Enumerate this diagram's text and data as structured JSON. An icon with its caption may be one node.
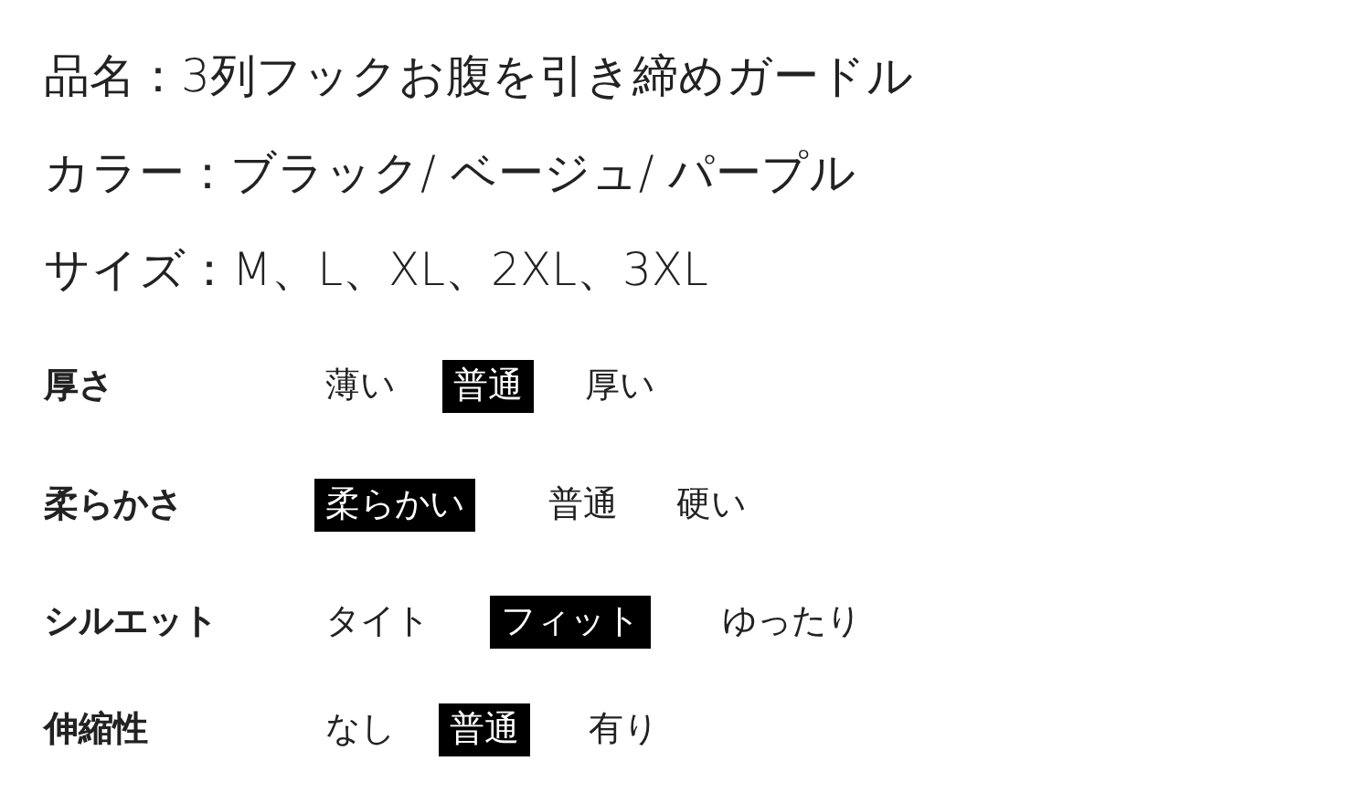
{
  "diagram": {
    "nodes": [
      {
        "text": [
          "普通"
        ]
      },
      {
        "text": [
          "柔らかい"
        ]
      },
      {
        "text": [
          "フィット"
        ]
      },
      {
        "text": [
          "普通"
        ]
      }
    ],
    "labels": [
      "品名：3列フックお腹を引き締めガードル",
      "カラー：ブラック/ ベージュ/ パープル",
      "サイズ：M、L、XL、2XL、3XL",
      "厚さ",
      "薄い",
      "厚い",
      "柔らかさ",
      "普通",
      "硬い",
      "シルエット",
      "タイト",
      "ゆったり",
      "伸縮性",
      "なし",
      "有り"
    ]
  }
}
